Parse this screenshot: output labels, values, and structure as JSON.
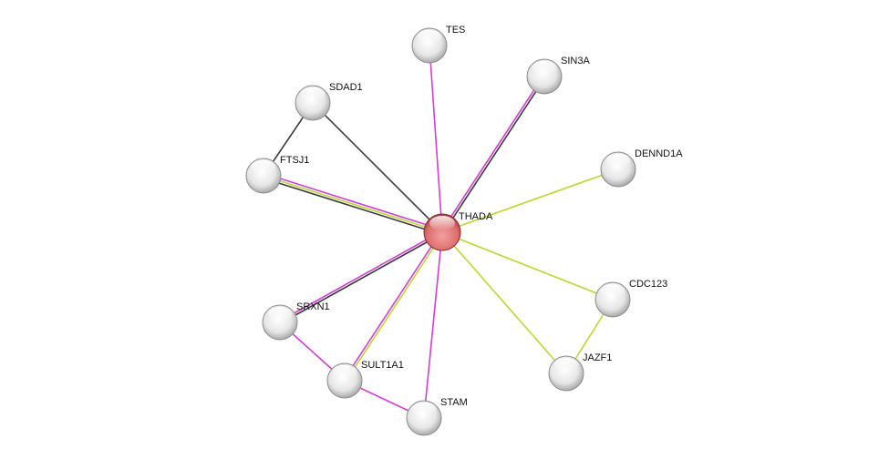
{
  "network": {
    "query_node": "THADA",
    "nodes": [
      "THADA",
      "TES",
      "SIN3A",
      "SDAD1",
      "FTSJ1",
      "DENND1A",
      "CDC123",
      "JAZF1",
      "SRXN1",
      "SULT1A1",
      "STAM"
    ],
    "edge_colors": {
      "experiments": "#d43cd6",
      "textmining": "#b8d932",
      "coexpression": "#3c3c3c"
    },
    "edges": [
      {
        "a": "THADA",
        "b": "TES",
        "types": [
          "experiments"
        ]
      },
      {
        "a": "THADA",
        "b": "SIN3A",
        "types": [
          "experiments",
          "coexpression"
        ]
      },
      {
        "a": "THADA",
        "b": "SDAD1",
        "types": [
          "coexpression"
        ]
      },
      {
        "a": "THADA",
        "b": "FTSJ1",
        "types": [
          "coexpression",
          "textmining",
          "experiments"
        ]
      },
      {
        "a": "SDAD1",
        "b": "FTSJ1",
        "types": [
          "coexpression"
        ]
      },
      {
        "a": "THADA",
        "b": "DENND1A",
        "types": [
          "textmining"
        ]
      },
      {
        "a": "THADA",
        "b": "CDC123",
        "types": [
          "textmining"
        ]
      },
      {
        "a": "THADA",
        "b": "JAZF1",
        "types": [
          "textmining"
        ]
      },
      {
        "a": "CDC123",
        "b": "JAZF1",
        "types": [
          "textmining"
        ]
      },
      {
        "a": "THADA",
        "b": "SRXN1",
        "types": [
          "coexpression",
          "experiments"
        ]
      },
      {
        "a": "THADA",
        "b": "SULT1A1",
        "types": [
          "textmining",
          "experiments"
        ]
      },
      {
        "a": "THADA",
        "b": "STAM",
        "types": [
          "experiments"
        ]
      },
      {
        "a": "SRXN1",
        "b": "SULT1A1",
        "types": [
          "experiments"
        ]
      },
      {
        "a": "SULT1A1",
        "b": "STAM",
        "types": [
          "experiments"
        ]
      }
    ]
  }
}
